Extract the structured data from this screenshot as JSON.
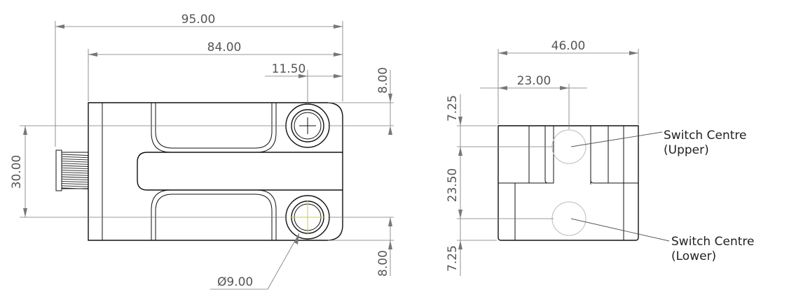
{
  "dimensions": {
    "overall_length": "95.00",
    "body_length": "84.00",
    "hole_offset_x": "11.50",
    "hole_offset_top": "8.00",
    "hole_offset_bottom": "8.00",
    "hole_spacing": "30.00",
    "hole_diameter": "9.00",
    "hole_diameter_symbol": "Ø",
    "width": "46.00",
    "half_width": "23.00",
    "top_offset": "7.25",
    "switch_spacing": "23.50",
    "bottom_offset": "7.25"
  },
  "labels": {
    "upper_line1": "Switch Centre",
    "upper_line2": "(Upper)",
    "lower_line1": "Switch Centre",
    "lower_line2": "(Lower)"
  }
}
